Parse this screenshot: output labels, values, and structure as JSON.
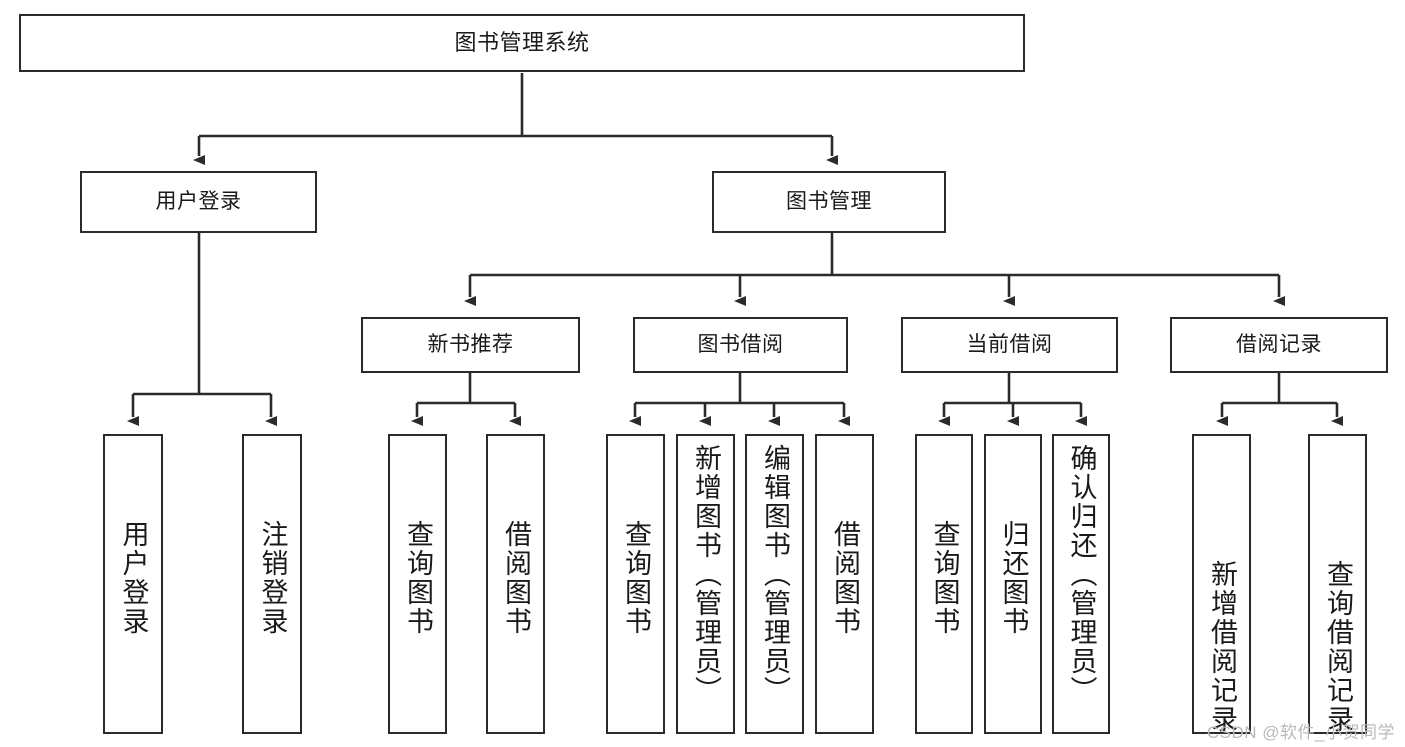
{
  "diagram": {
    "title": "图书管理系统",
    "type": "hierarchy-tree",
    "root": {
      "id": "root",
      "label": "图书管理系统"
    },
    "level1": [
      {
        "id": "user-login",
        "label": "用户登录"
      },
      {
        "id": "book-manage",
        "label": "图书管理"
      }
    ],
    "level2": [
      {
        "id": "new-book-rec",
        "label": "新书推荐",
        "parent": "book-manage"
      },
      {
        "id": "book-borrow",
        "label": "图书借阅",
        "parent": "book-manage"
      },
      {
        "id": "current-borrow",
        "label": "当前借阅",
        "parent": "book-manage"
      },
      {
        "id": "borrow-record",
        "label": "借阅记录",
        "parent": "book-manage"
      }
    ],
    "leaves": [
      {
        "id": "leaf-user-login",
        "label": "用户登录",
        "parent": "user-login"
      },
      {
        "id": "leaf-logout",
        "label": "注销登录",
        "parent": "user-login"
      },
      {
        "id": "leaf-query-book-1",
        "label": "查询图书",
        "parent": "new-book-rec"
      },
      {
        "id": "leaf-borrow-book-1",
        "label": "借阅图书",
        "parent": "new-book-rec"
      },
      {
        "id": "leaf-query-book-2",
        "label": "查询图书",
        "parent": "book-borrow"
      },
      {
        "id": "leaf-add-book",
        "label": "新增图书（管理员）",
        "parent": "book-borrow"
      },
      {
        "id": "leaf-edit-book",
        "label": "编辑图书（管理员）",
        "parent": "book-borrow"
      },
      {
        "id": "leaf-borrow-book-2",
        "label": "借阅图书",
        "parent": "book-borrow"
      },
      {
        "id": "leaf-query-book-3",
        "label": "查询图书",
        "parent": "current-borrow"
      },
      {
        "id": "leaf-return-book",
        "label": "归还图书",
        "parent": "current-borrow"
      },
      {
        "id": "leaf-confirm-return",
        "label": "确认归还（管理员）",
        "parent": "current-borrow"
      },
      {
        "id": "leaf-add-record",
        "label": "新增借阅记录",
        "parent": "borrow-record"
      },
      {
        "id": "leaf-query-record",
        "label": "查询借阅记录",
        "parent": "borrow-record"
      }
    ],
    "colors": {
      "stroke": "#2b2b2b",
      "fill": "#ffffff",
      "text": "#1a1a1a",
      "watermark": "#b9b9b9"
    }
  },
  "watermark": {
    "text": "CSDN @软件_小贺同学"
  }
}
